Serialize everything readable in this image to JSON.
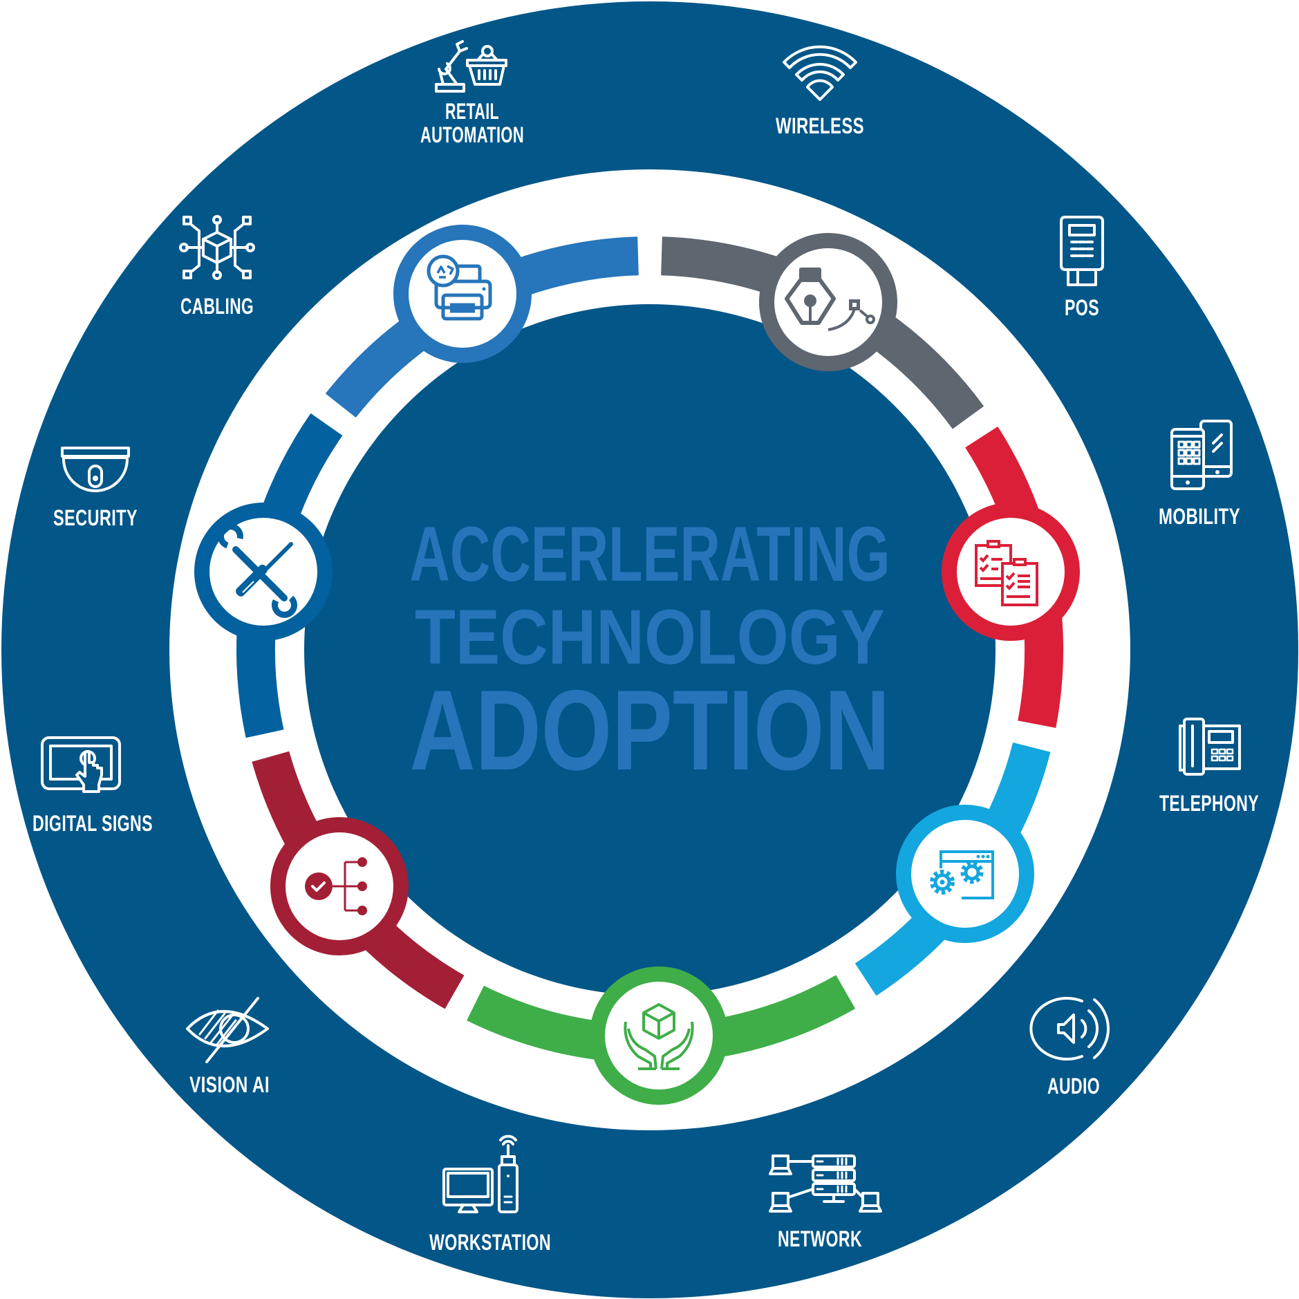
{
  "diagram": {
    "title_lines": [
      "ACCERLERATING",
      "TECHNOLOGY",
      "ADOPTION"
    ],
    "colors": {
      "outer_ring": "#025688",
      "inner_disc": "#025688",
      "headline": "#2774BA",
      "background": "#FFFFFF",
      "label_text": "#FFFFFF"
    }
  },
  "outer_ring": {
    "items": [
      {
        "id": "retail-automation",
        "label_lines": [
          "RETAIL",
          "AUTOMATION"
        ],
        "icon": "robot-arm-basket-icon"
      },
      {
        "id": "wireless",
        "label_lines": [
          "WIRELESS"
        ],
        "icon": "wifi-icon"
      },
      {
        "id": "pos",
        "label_lines": [
          "POS"
        ],
        "icon": "card-terminal-icon"
      },
      {
        "id": "mobility",
        "label_lines": [
          "MOBILITY"
        ],
        "icon": "mobile-devices-icon"
      },
      {
        "id": "telephony",
        "label_lines": [
          "TELEPHONY"
        ],
        "icon": "desk-phone-icon"
      },
      {
        "id": "audio",
        "label_lines": [
          "AUDIO"
        ],
        "icon": "speaker-icon"
      },
      {
        "id": "network",
        "label_lines": [
          "NETWORK"
        ],
        "icon": "network-servers-icon"
      },
      {
        "id": "workstation",
        "label_lines": [
          "WORKSTATION"
        ],
        "icon": "desktop-computer-icon"
      },
      {
        "id": "vision-ai",
        "label_lines": [
          "VISION AI"
        ],
        "icon": "eye-icon"
      },
      {
        "id": "digital-signs",
        "label_lines": [
          "DIGITAL SIGNS"
        ],
        "icon": "touch-screen-icon"
      },
      {
        "id": "security",
        "label_lines": [
          "SECURITY"
        ],
        "icon": "dome-camera-icon"
      },
      {
        "id": "cabling",
        "label_lines": [
          "CABLING"
        ],
        "icon": "circuit-cube-icon"
      }
    ]
  },
  "cycle": {
    "segments": [
      {
        "id": "design",
        "color": "#5E6670",
        "icon": "pen-nib-icon"
      },
      {
        "id": "planning",
        "color": "#DC1F38",
        "icon": "checklist-clipboards-icon"
      },
      {
        "id": "configuration",
        "color": "#13A6DF",
        "icon": "window-gears-icon"
      },
      {
        "id": "delivery",
        "color": "#3FAE49",
        "icon": "hands-box-icon"
      },
      {
        "id": "deployment",
        "color": "#A31F36",
        "icon": "workflow-check-icon"
      },
      {
        "id": "support",
        "color": "#04619F",
        "icon": "wrench-screwdriver-icon"
      },
      {
        "id": "lifecycle",
        "color": "#2775BA",
        "icon": "printer-recycle-icon"
      }
    ]
  }
}
